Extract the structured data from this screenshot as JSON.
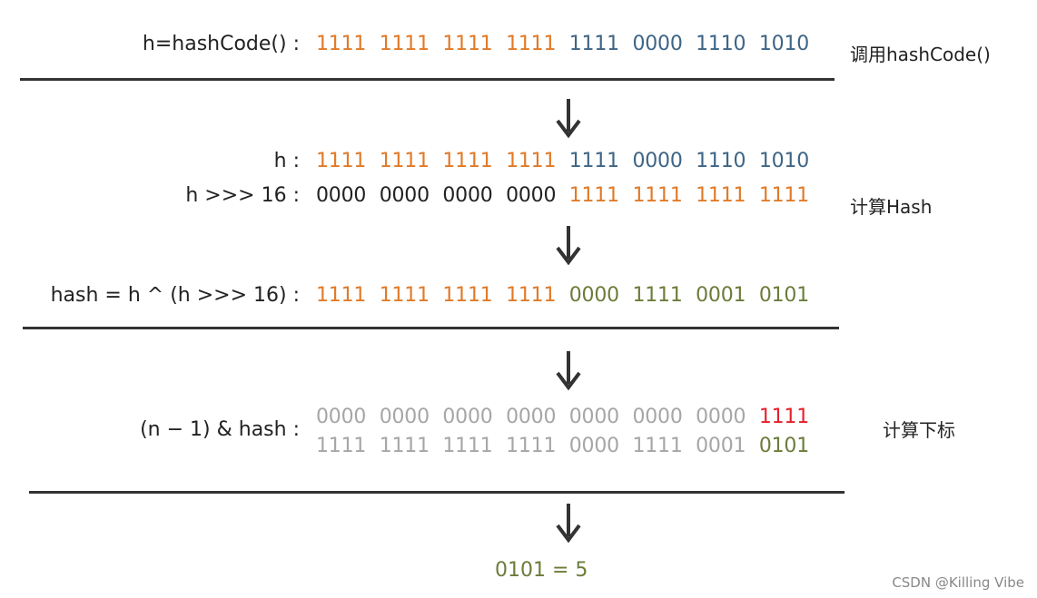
{
  "colors": {
    "orange": "#E07A28",
    "blue": "#3E6586",
    "black": "#222222",
    "olive": "#6B7C3A",
    "gray": "#A6A6A6",
    "red": "#E6212B"
  },
  "icons": [
    "arrow-down-icon"
  ],
  "rows": [
    {
      "label": "h=hashCode() :",
      "groups": [
        {
          "text": "1111",
          "color": "orange"
        },
        {
          "text": "1111",
          "color": "orange"
        },
        {
          "text": "1111",
          "color": "orange"
        },
        {
          "text": "1111",
          "color": "orange"
        },
        {
          "text": "1111",
          "color": "blue"
        },
        {
          "text": "0000",
          "color": "blue"
        },
        {
          "text": "1110",
          "color": "blue"
        },
        {
          "text": "1010",
          "color": "blue"
        }
      ]
    },
    {
      "label": "h :",
      "groups": [
        {
          "text": "1111",
          "color": "orange"
        },
        {
          "text": "1111",
          "color": "orange"
        },
        {
          "text": "1111",
          "color": "orange"
        },
        {
          "text": "1111",
          "color": "orange"
        },
        {
          "text": "1111",
          "color": "blue"
        },
        {
          "text": "0000",
          "color": "blue"
        },
        {
          "text": "1110",
          "color": "blue"
        },
        {
          "text": "1010",
          "color": "blue"
        }
      ]
    },
    {
      "label": "h >>> 16 :",
      "groups": [
        {
          "text": "0000",
          "color": "black"
        },
        {
          "text": "0000",
          "color": "black"
        },
        {
          "text": "0000",
          "color": "black"
        },
        {
          "text": "0000",
          "color": "black"
        },
        {
          "text": "1111",
          "color": "orange"
        },
        {
          "text": "1111",
          "color": "orange"
        },
        {
          "text": "1111",
          "color": "orange"
        },
        {
          "text": "1111",
          "color": "orange"
        }
      ]
    },
    {
      "label": "hash = h ^ (h >>> 16) :",
      "groups": [
        {
          "text": "1111",
          "color": "orange"
        },
        {
          "text": "1111",
          "color": "orange"
        },
        {
          "text": "1111",
          "color": "orange"
        },
        {
          "text": "1111",
          "color": "orange"
        },
        {
          "text": "0000",
          "color": "olive"
        },
        {
          "text": "1111",
          "color": "olive"
        },
        {
          "text": "0001",
          "color": "olive"
        },
        {
          "text": "0101",
          "color": "olive"
        }
      ]
    },
    {
      "label": "(n − 1) & hash :",
      "groups": [
        {
          "text": "0000",
          "color": "gray"
        },
        {
          "text": "0000",
          "color": "gray"
        },
        {
          "text": "0000",
          "color": "gray"
        },
        {
          "text": "0000",
          "color": "gray"
        },
        {
          "text": "0000",
          "color": "gray"
        },
        {
          "text": "0000",
          "color": "gray"
        },
        {
          "text": "0000",
          "color": "gray"
        },
        {
          "text": "1111",
          "color": "red"
        }
      ]
    },
    {
      "label": "",
      "groups": [
        {
          "text": "1111",
          "color": "gray"
        },
        {
          "text": "1111",
          "color": "gray"
        },
        {
          "text": "1111",
          "color": "gray"
        },
        {
          "text": "1111",
          "color": "gray"
        },
        {
          "text": "0000",
          "color": "gray"
        },
        {
          "text": "1111",
          "color": "gray"
        },
        {
          "text": "0001",
          "color": "gray"
        },
        {
          "text": "0101",
          "color": "olive"
        }
      ]
    }
  ],
  "steps": [
    "调用hashCode()",
    "计算Hash",
    "计算下标"
  ],
  "result": {
    "text": "0101 = 5",
    "color": "olive"
  },
  "watermark": "CSDN @Killing Vibe"
}
